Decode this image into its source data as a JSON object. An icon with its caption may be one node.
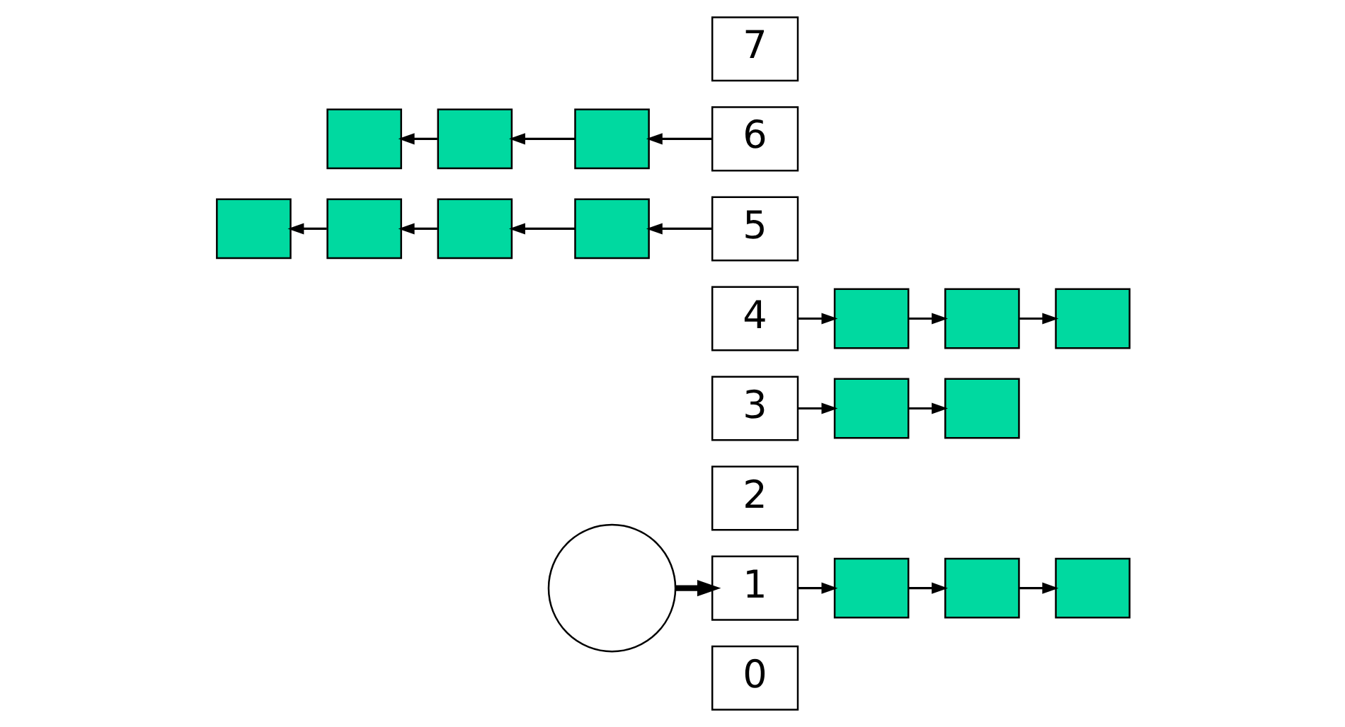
{
  "diagram": {
    "nodes": [
      {
        "text": [
          "0"
        ]
      },
      {
        "text": [
          "1"
        ]
      },
      {
        "text": [
          "2"
        ]
      },
      {
        "text": [
          "3"
        ]
      },
      {
        "text": [
          "4"
        ]
      },
      {
        "text": [
          "5"
        ]
      },
      {
        "text": [
          "6"
        ]
      },
      {
        "text": [
          "7"
        ]
      },
      {
        "text": [],
        "shape": "circle"
      },
      {
        "text": [],
        "shape": "box"
      },
      {
        "text": [],
        "shape": "box"
      },
      {
        "text": [],
        "shape": "box"
      },
      {
        "text": [],
        "shape": "box"
      },
      {
        "text": [],
        "shape": "box"
      },
      {
        "text": [],
        "shape": "box"
      },
      {
        "text": [],
        "shape": "box"
      },
      {
        "text": [],
        "shape": "box"
      },
      {
        "text": [],
        "shape": "box"
      },
      {
        "text": [],
        "shape": "box"
      },
      {
        "text": [],
        "shape": "box"
      },
      {
        "text": [],
        "shape": "box"
      },
      {
        "text": [],
        "shape": "box"
      },
      {
        "text": [],
        "shape": "box"
      },
      {
        "text": [],
        "shape": "box"
      }
    ],
    "edges": [
      {
        "from": 8,
        "to": 1,
        "arrow": "to",
        "style": "thick"
      },
      {
        "from": 1,
        "to": 16,
        "arrow": "to"
      },
      {
        "from": 16,
        "to": 17,
        "arrow": "to"
      },
      {
        "from": 17,
        "to": 18,
        "arrow": "to"
      },
      {
        "from": 3,
        "to": 19,
        "arrow": "to"
      },
      {
        "from": 19,
        "to": 20,
        "arrow": "to"
      },
      {
        "from": 4,
        "to": 21,
        "arrow": "to"
      },
      {
        "from": 21,
        "to": 22,
        "arrow": "to"
      },
      {
        "from": 22,
        "to": 23,
        "arrow": "to"
      },
      {
        "from": 6,
        "to": 11,
        "arrow": "to"
      },
      {
        "from": 11,
        "to": 10,
        "arrow": "to"
      },
      {
        "from": 10,
        "to": 9,
        "arrow": "to"
      },
      {
        "from": 5,
        "to": 15,
        "arrow": "to"
      },
      {
        "from": 15,
        "to": 14,
        "arrow": "to"
      },
      {
        "from": 14,
        "to": 13,
        "arrow": "to"
      },
      {
        "from": 13,
        "to": 12,
        "arrow": "to"
      }
    ]
  }
}
